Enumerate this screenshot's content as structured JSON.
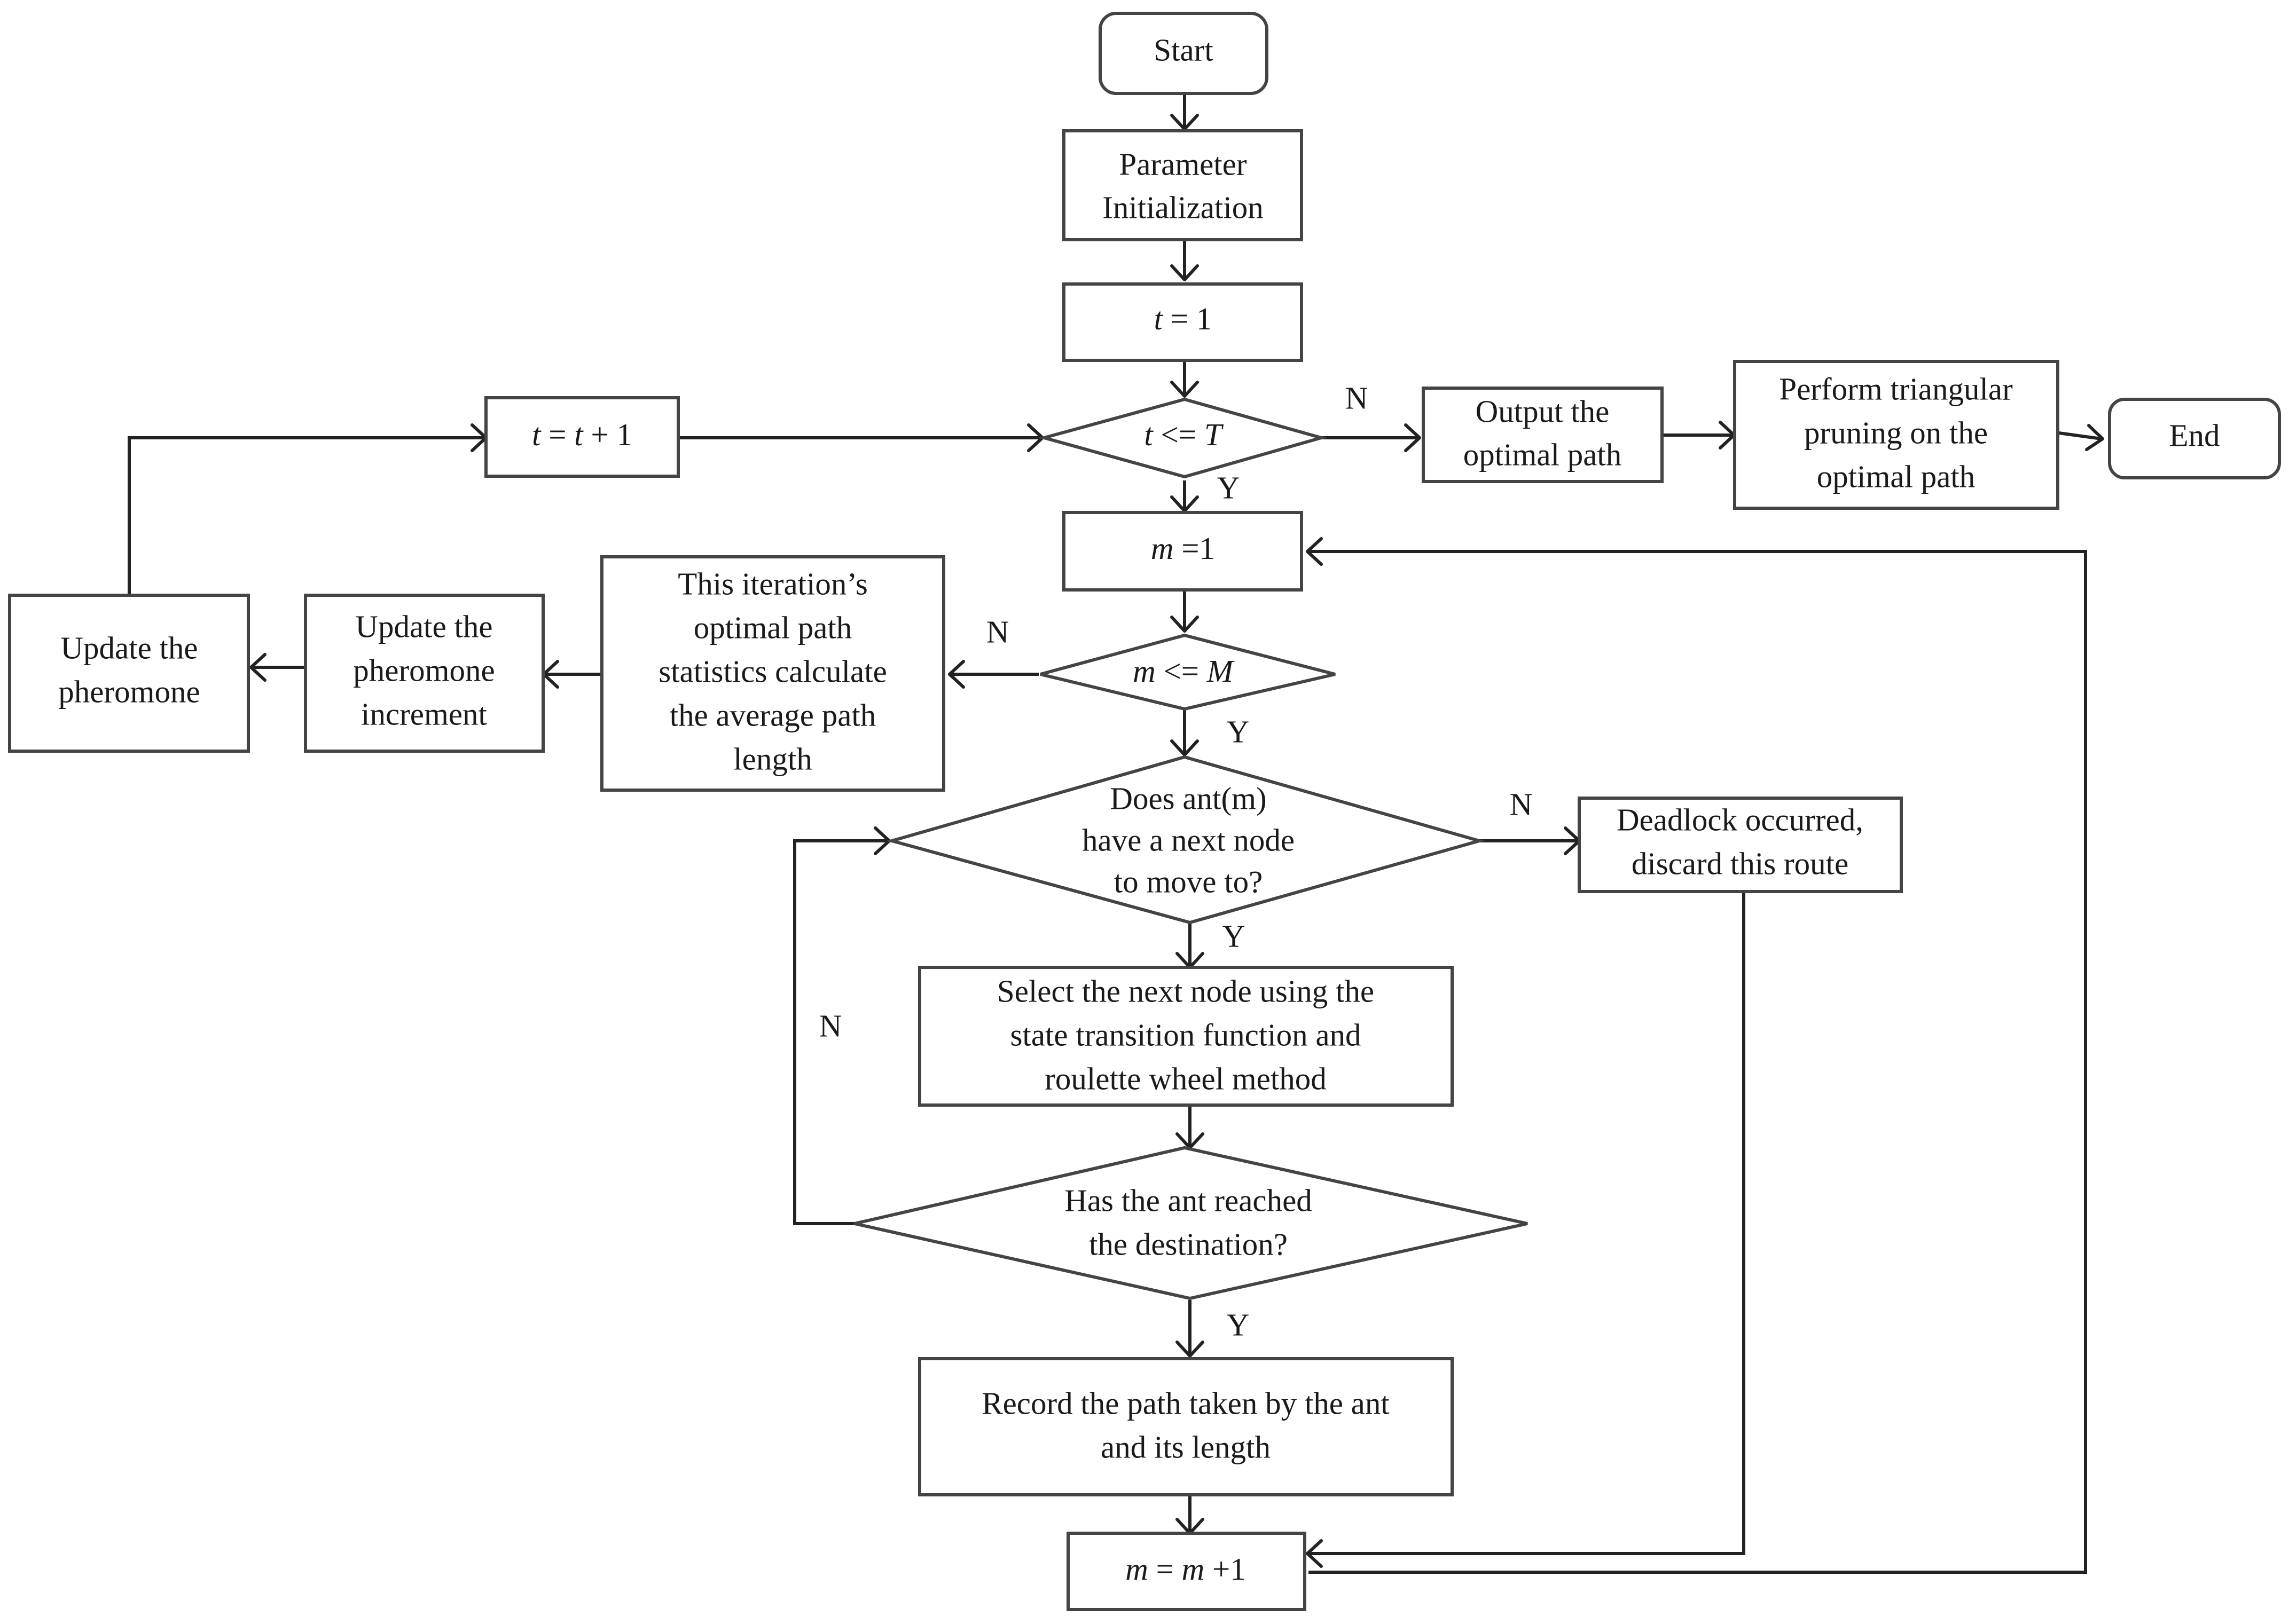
{
  "nodes": {
    "start": "Start",
    "param_init": [
      "Parameter",
      "Initialization"
    ],
    "t_init": {
      "var": "t",
      "rest": " = 1"
    },
    "t_cond": {
      "var": "t",
      "op": " <= ",
      "bound": "T"
    },
    "t_inc": {
      "var": "t",
      "mid": " = ",
      "var2": "t",
      "rest": " + 1"
    },
    "output": [
      "Output the",
      "optimal path"
    ],
    "prune": [
      "Perform triangular",
      "pruning on the",
      "optimal path"
    ],
    "end": "End",
    "m_init": {
      "var": "m",
      "rest": " =1"
    },
    "m_cond": {
      "var": "m",
      "op": " <= ",
      "bound": "M"
    },
    "iter_stats": [
      "This iteration’s",
      "optimal path",
      "statistics calculate",
      "the average path",
      "length"
    ],
    "update_increment": [
      "Update the",
      "pheromone",
      "increment"
    ],
    "update_pheromone": [
      "Update the",
      "pheromone"
    ],
    "next_node_q": [
      "Does ant(m)",
      "have a next node",
      "to move to?"
    ],
    "deadlock": [
      "Deadlock occurred,",
      "discard this route"
    ],
    "select_next": [
      "Select the next node using the",
      "state transition function and",
      "roulette wheel method"
    ],
    "reached_q": [
      "Has the ant reached",
      "the destination?"
    ],
    "record": [
      "Record the path taken by the ant",
      "and its length"
    ],
    "m_inc": {
      "var": "m",
      "mid": " = ",
      "var2": "m",
      "rest": " +1"
    }
  },
  "edge_labels": {
    "t_cond_no": "N",
    "t_cond_yes": "Y",
    "m_cond_no": "N",
    "m_cond_yes": "Y",
    "next_no": "N",
    "next_yes": "Y",
    "reached_no": "N",
    "reached_yes": "Y"
  }
}
